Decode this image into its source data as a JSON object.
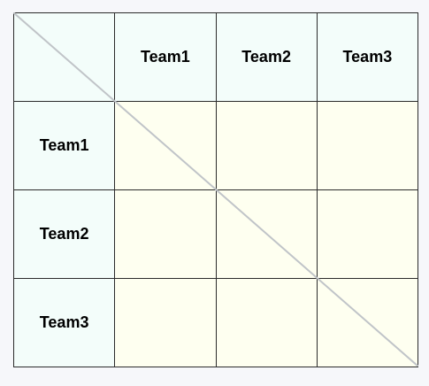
{
  "matrix": {
    "column_headers": [
      "Team1",
      "Team2",
      "Team3"
    ],
    "row_headers": [
      "Team1",
      "Team2",
      "Team3"
    ],
    "cells": [
      [
        "",
        "",
        ""
      ],
      [
        "",
        "",
        ""
      ],
      [
        "",
        "",
        ""
      ]
    ]
  },
  "colors": {
    "header_bg": "#f3fdfa",
    "body_bg": "#fefff0",
    "border": "#2b2b2b",
    "diagonal": "#c0c4c8",
    "page_bg": "#f6f7fa"
  }
}
